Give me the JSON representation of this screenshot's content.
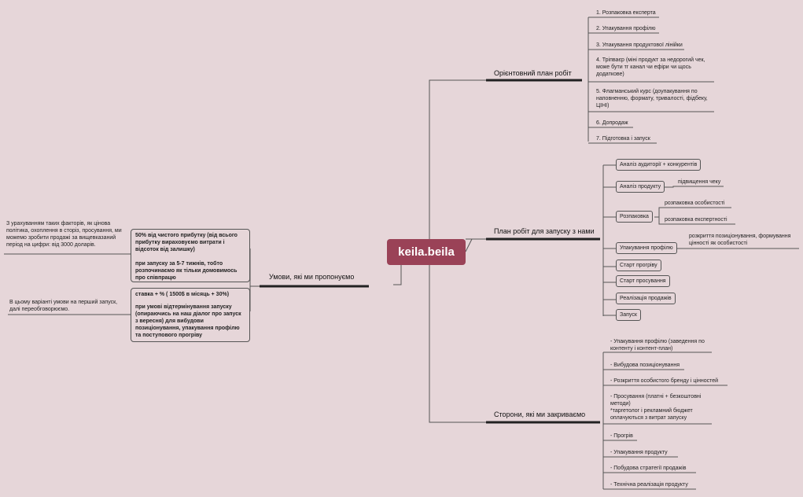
{
  "center": {
    "label": "keila.beila"
  },
  "plan": {
    "title": "Орієнтовний план робіт",
    "items": [
      "1. Розпаковка експерта",
      "2. Упакування профілю",
      "3. Упакування продуктової лінійки",
      "4. Тріпваєр (міні продукт за недорогий чек, може бути тг канал чи ефіри чи щось додаткове)",
      "5. Флагманський курс (доупакування по наповненню, формату, тривалості, фідбеку, ЦІНІ)",
      "6. Допродаж",
      "7. Підготовка і запуск"
    ]
  },
  "launch": {
    "title": "План робіт для запуску з нами",
    "items": [
      "Аналіз аудиторії + конкурентів",
      "Аналіз продукту",
      "Розпаковка",
      "Упакування профілю",
      "Старт прогріву",
      "Старт просування",
      "Реалізація продажів",
      "Запуск"
    ],
    "product_sub": "підвищення чеку",
    "unpack_subs": [
      "розпаковка особистості",
      "розпаковка експертності"
    ],
    "profile_sub": "розкриття позиціонування, формування цінності як особистості"
  },
  "sides": {
    "title": "Сторони, які ми закриваємо",
    "items": [
      " - Упакування профілю (заведення по контенту і контент-план)",
      " - Вибудова позиціонування",
      "- Розкриття особистого бренду і цінностей",
      " - Просування (платні + безкоштовні методи)\n*таргетолог і рекламний бюджет оплачуються з витрат запуску",
      "- Прогрів",
      " - Упакування продукту",
      " - Побудова стратегії продажів",
      " - Технічна реалізація продукту"
    ]
  },
  "terms": {
    "title": "Умови, які ми пропонуємо",
    "box1": {
      "lines": [
        "50% від чистого прибутку (від всього прибутку вираховуємо витрати і відсоток від залишку)",
        "при запуску за 5-7 тижнів, тобто розпочинаємо як тільки домовимось про співпрацю"
      ],
      "note": "З урахуванням таких факторів, як цінова політика, охоплення в сторіз, просування, ми можемо зробити продажі за вищевказаний період на цифри: від 3000 доларів."
    },
    "box2": {
      "lines": [
        "ставка + % ( 1500$ в місяць + 30%)",
        "при умові відтермінування запуску (опираючись на наш діалог про запуск з вересня) для вибудови позиціонування, упакування профілю та поступового прогріву"
      ],
      "note": "В цьому варіанті умови на перший запуск, далі переобговорюємо."
    }
  },
  "colors": {
    "background": "#e6d6d9",
    "center": "#9a4257",
    "line": "#555555",
    "branch": "#222222"
  }
}
